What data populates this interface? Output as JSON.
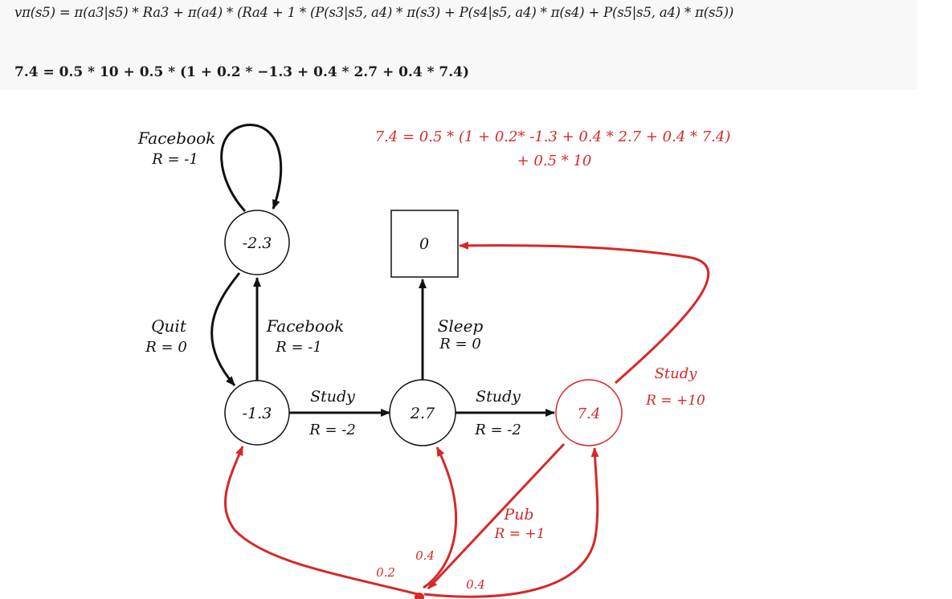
{
  "equations": {
    "formula": "vπ(s5) = π(a3|s5) * Ra3 + π(a4) * (Ra4 + 1 * (P(s3|s5, a4) * π(s3) + P(s4|s5, a4) * π(s4) + P(s5|s5, a4) * π(s5))",
    "numeric": "7.4 = 0.5 * 10 + 0.5 * (1 + 0.2 * −1.3 + 0.4 * 2.7 + 0.4 * 7.4)"
  },
  "diagram": {
    "annotation_line1": "7.4 = 0.5 * (1 + 0.2* -1.3 + 0.4 * 2.7 + 0.4 * 7.4)",
    "annotation_line2": "+ 0.5 * 10",
    "states": {
      "facebook_state": "-2.3",
      "class1_state": "-1.3",
      "class2_state": "2.7",
      "class3_state": "7.4",
      "sleep_state": "0"
    },
    "edges": {
      "facebook_loop": {
        "action": "Facebook",
        "reward": "R = -1"
      },
      "quit": {
        "action": "Quit",
        "reward": "R = 0"
      },
      "facebook": {
        "action": "Facebook",
        "reward": "R = -1"
      },
      "sleep": {
        "action": "Sleep",
        "reward": "R = 0"
      },
      "study1": {
        "action": "Study",
        "reward": "R = -2"
      },
      "study2": {
        "action": "Study",
        "reward": "R = -2"
      },
      "study3": {
        "action": "Study",
        "reward": "R = +10"
      },
      "pub": {
        "action": "Pub",
        "reward": "R = +1"
      }
    },
    "probabilities": {
      "to_class1": "0.2",
      "to_class2": "0.4",
      "to_class3": "0.4"
    }
  },
  "colors": {
    "black": "#111111",
    "red": "#d62828"
  }
}
